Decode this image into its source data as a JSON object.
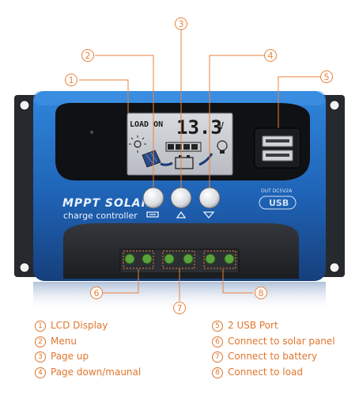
{
  "product": {
    "title_line1": "MPPT SOLAR",
    "title_line2": "charge controller",
    "lcd_status": "LOAD ON",
    "lcd_value": "13.3",
    "lcd_unit": "V",
    "usb_spec": "OUT DC5V2A",
    "usb_logo": "USB"
  },
  "callouts": [
    "1",
    "2",
    "3",
    "4",
    "5",
    "6",
    "7",
    "8"
  ],
  "legend": [
    {
      "num": "1",
      "text": "LCD Display"
    },
    {
      "num": "2",
      "text": "Menu"
    },
    {
      "num": "3",
      "text": "Page up"
    },
    {
      "num": "4",
      "text": "Page down/maunal"
    },
    {
      "num": "5",
      "text": "2 USB Port"
    },
    {
      "num": "6",
      "text": "Connect to solar panel"
    },
    {
      "num": "7",
      "text": "Connect to battery"
    },
    {
      "num": "8",
      "text": "Connect to load"
    }
  ],
  "colors": {
    "accent": "#e8823c",
    "body_blue": "#2d7fd4",
    "lcd_bg": "#c9ccd0",
    "bracket": "#2b2e33"
  }
}
